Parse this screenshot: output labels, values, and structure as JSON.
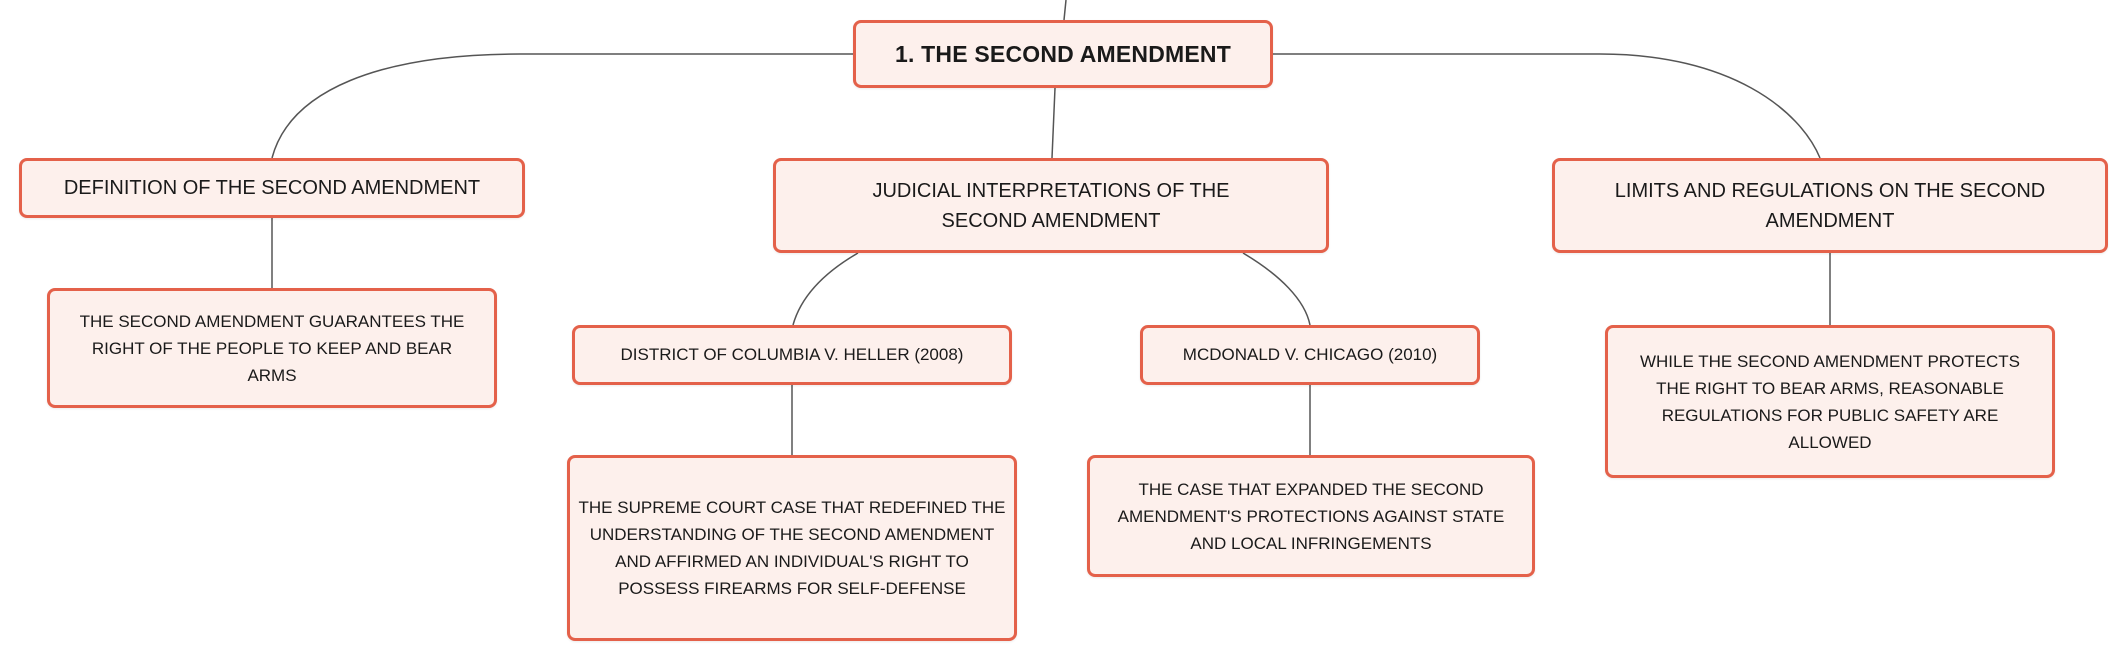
{
  "mindmap": {
    "root": {
      "label": "1. The Second Amendment"
    },
    "branches": [
      {
        "label": "Definition of the Second Amendment",
        "children": [
          {
            "label": "The Second Amendment guarantees the right of the people to keep and bear arms"
          }
        ]
      },
      {
        "label": "Judicial Interpretations of the Second Amendment",
        "children": [
          {
            "label": "District of Columbia v. Heller (2008)",
            "children": [
              {
                "label": "The Supreme Court case that redefined the understanding of the Second Amendment and affirmed an individual's right to possess firearms for self-defense"
              }
            ]
          },
          {
            "label": "McDonald v. Chicago (2010)",
            "children": [
              {
                "label": "The case that expanded the Second Amendment's protections against state and local infringements"
              }
            ]
          }
        ]
      },
      {
        "label": "Limits and Regulations on the Second Amendment",
        "children": [
          {
            "label": "While the Second Amendment protects the right to bear arms, reasonable regulations for public safety are allowed"
          }
        ]
      }
    ]
  },
  "colors": {
    "node_border": "#e4614a",
    "node_fill": "#fdf0ec",
    "connector": "#555555",
    "text": "#1a1a1a"
  }
}
